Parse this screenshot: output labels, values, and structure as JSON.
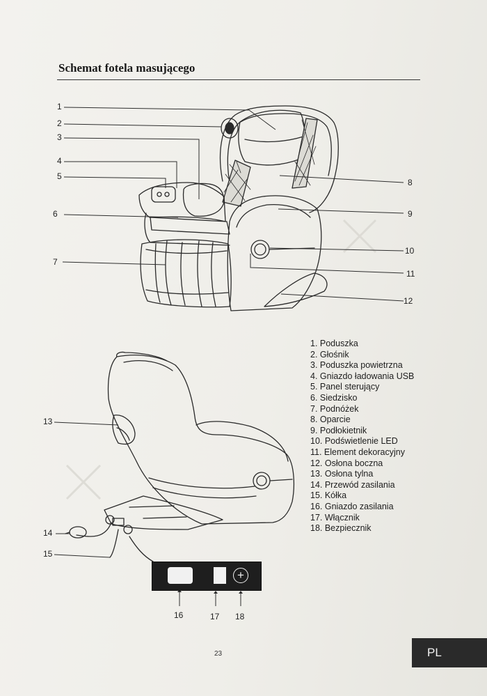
{
  "page": {
    "title": "Schemat fotela masującego",
    "page_number": "23",
    "language_tab": "PL"
  },
  "callouts": [
    "1",
    "2",
    "3",
    "4",
    "5",
    "6",
    "7",
    "8",
    "9",
    "10",
    "11",
    "12",
    "13",
    "14",
    "15",
    "16",
    "17",
    "18"
  ],
  "legend": [
    "1. Poduszka",
    "2. Głośnik",
    "3. Poduszka powietrzna",
    "4. Gniazdo ładowania USB",
    "5. Panel sterujący",
    "6. Siedzisko",
    "7. Podnóżek",
    "8. Oparcie",
    "9. Podłokietnik",
    "10. Podświetlenie LED",
    "11. Element dekoracyjny",
    "12. Osłona boczna",
    "13. Osłona tylna",
    "14. Przewód zasilania",
    "15. Kółka",
    "16. Gniazdo zasilania",
    "17. Włącznik",
    "18. Bezpiecznik"
  ],
  "colors": {
    "paper": "#efeee9",
    "ink": "#1d1d1d",
    "tab": "#2a2a2a"
  }
}
